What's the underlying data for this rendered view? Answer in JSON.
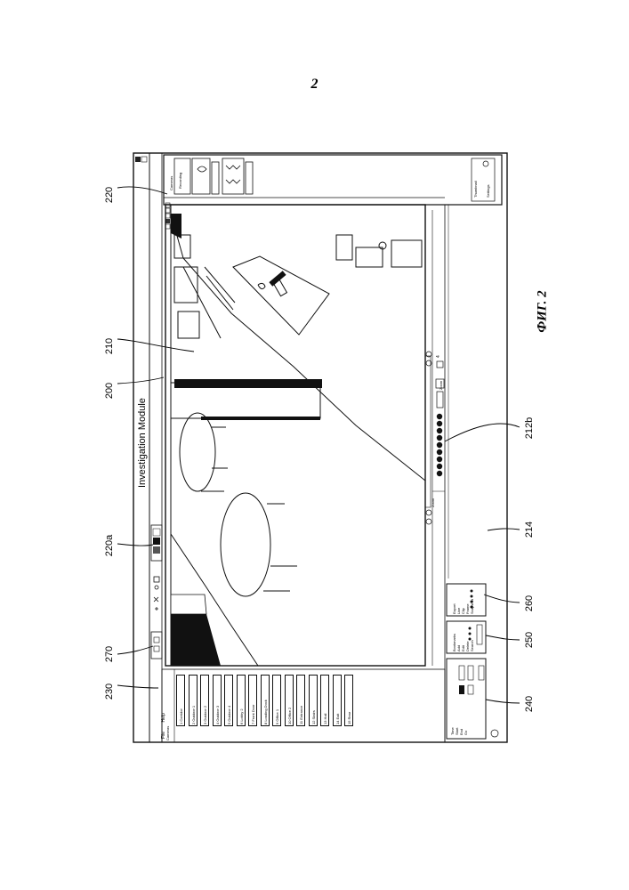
{
  "page_number": "2",
  "figure_caption": "ФИГ. 2",
  "window": {
    "title": "Investigation Module"
  },
  "menu": {
    "file": "File",
    "help": "Help"
  },
  "reference_labels": {
    "r220": "220",
    "r210": "210",
    "r200": "200",
    "r220a": "220a",
    "r270": "270",
    "r230": "230",
    "r212b": "212b",
    "r214": "214",
    "r260": "260",
    "r250": "250",
    "r240": "240"
  },
  "camera_list": {
    "header": "Cameras",
    "items": [
      "1 Corridor",
      "2 Outdoor 1",
      "3 Outdoor 2",
      "4 Outdoor 3",
      "5 Outdoor 4",
      "6 Lobby 2",
      "7 Front Door",
      "8 Loading Dock",
      "9 Office 1",
      "10 Office 2",
      "11 Entrance",
      "12 Stairs",
      "13 Hall",
      "14 Exit",
      "15 Rear"
    ]
  },
  "thumbnail_panel": {
    "title": "Cameras",
    "label": "Recording",
    "footer_left": "Thumbnail",
    "footer_right": "Settings"
  },
  "playback": {
    "zoom_label": "Zoom",
    "speed_value": "4"
  },
  "panel_260": {
    "title": "Export",
    "options": [
      "Live",
      "Clip",
      "Frame",
      "Snapshot"
    ]
  },
  "panel_250": {
    "title": "Bookmarks",
    "options": [
      "Add",
      "Edit",
      "Delete"
    ],
    "button": "Search"
  },
  "panel_240": {
    "title": "Time",
    "rows": [
      "Start",
      "End"
    ],
    "button": "Go"
  },
  "timeline": {
    "label": "Zoom"
  }
}
